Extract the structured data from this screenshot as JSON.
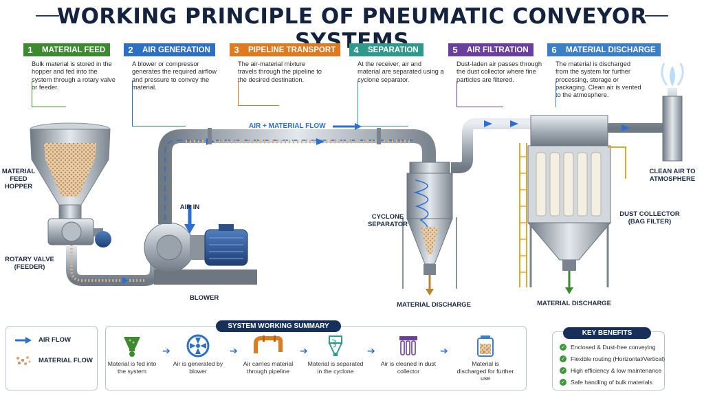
{
  "title": "WORKING PRINCIPLE OF PNEUMATIC CONVEYOR SYSTEMS",
  "steps": [
    {
      "num": "1",
      "label": "MATERIAL FEED",
      "color": "#3b8a2f",
      "text": "Bulk material is stored in the hopper and fed into the system through a rotary valve or feeder."
    },
    {
      "num": "2",
      "label": "AIR GENERATION",
      "color": "#2d6fc4",
      "text": "A blower or compressor generates the required airflow and pressure to convey the material."
    },
    {
      "num": "3",
      "label": "PIPELINE TRANSPORT",
      "color": "#e07a1f",
      "text": "The air-material mixture travels through the pipeline to the desired destination."
    },
    {
      "num": "4",
      "label": "SEPARATION",
      "color": "#2f9a8c",
      "text": "At the receiver, air and material are separated using a cyclone separator."
    },
    {
      "num": "5",
      "label": "AIR FILTRATION",
      "color": "#6a3f9e",
      "text": "Dust-laden air passes through the dust collector where fine particles are filtered."
    },
    {
      "num": "6",
      "label": "MATERIAL DISCHARGE",
      "color": "#3a7fc7",
      "text": "The material is discharged from the system for further processing, storage or packaging. Clean air is vented to the atmosphere."
    }
  ],
  "labels": {
    "hopper": "MATERIAL FEED HOPPER",
    "rotary_valve": "ROTARY VALVE (FEEDER)",
    "air_in": "AIR IN",
    "blower": "BLOWER",
    "flow": "AIR + MATERIAL FLOW",
    "cyclone": "CYCLONE SEPARATOR",
    "discharge_cyclone": "MATERIAL DISCHARGE",
    "dust_collector": "DUST COLLECTOR (BAG FILTER)",
    "discharge_collector": "MATERIAL DISCHARGE",
    "clean_air": "CLEAN AIR TO ATMOSPHERE"
  },
  "legend": {
    "air_flow": "AIR FLOW",
    "material_flow": "MATERIAL FLOW"
  },
  "summary": {
    "title": "SYSTEM WORKING SUMMARY",
    "items": [
      {
        "icon": "hopper-icon",
        "caption": "Material is fed into the system"
      },
      {
        "icon": "fan-icon",
        "caption": "Air is generated by blower"
      },
      {
        "icon": "pipe-icon",
        "caption": "Air carries material through pipeline"
      },
      {
        "icon": "cyclone-icon",
        "caption": "Material is separated in the cyclone"
      },
      {
        "icon": "filter-icon",
        "caption": "Air is cleaned in dust collector"
      },
      {
        "icon": "container-icon",
        "caption": "Material is discharged for further use"
      }
    ]
  },
  "benefits": {
    "title": "KEY BENEFITS",
    "items": [
      "Enclosed & Dust-free conveying",
      "Flexible routing (Horizontal/Vertical)",
      "High efficiency & low maintenance",
      "Safe handling of bulk materials"
    ]
  },
  "colors": {
    "air_flow": "#2a6fd1",
    "material": "#d9b48a",
    "steel": "#a9b2bb",
    "navy": "#16305a",
    "check": "#3a9a3a"
  }
}
